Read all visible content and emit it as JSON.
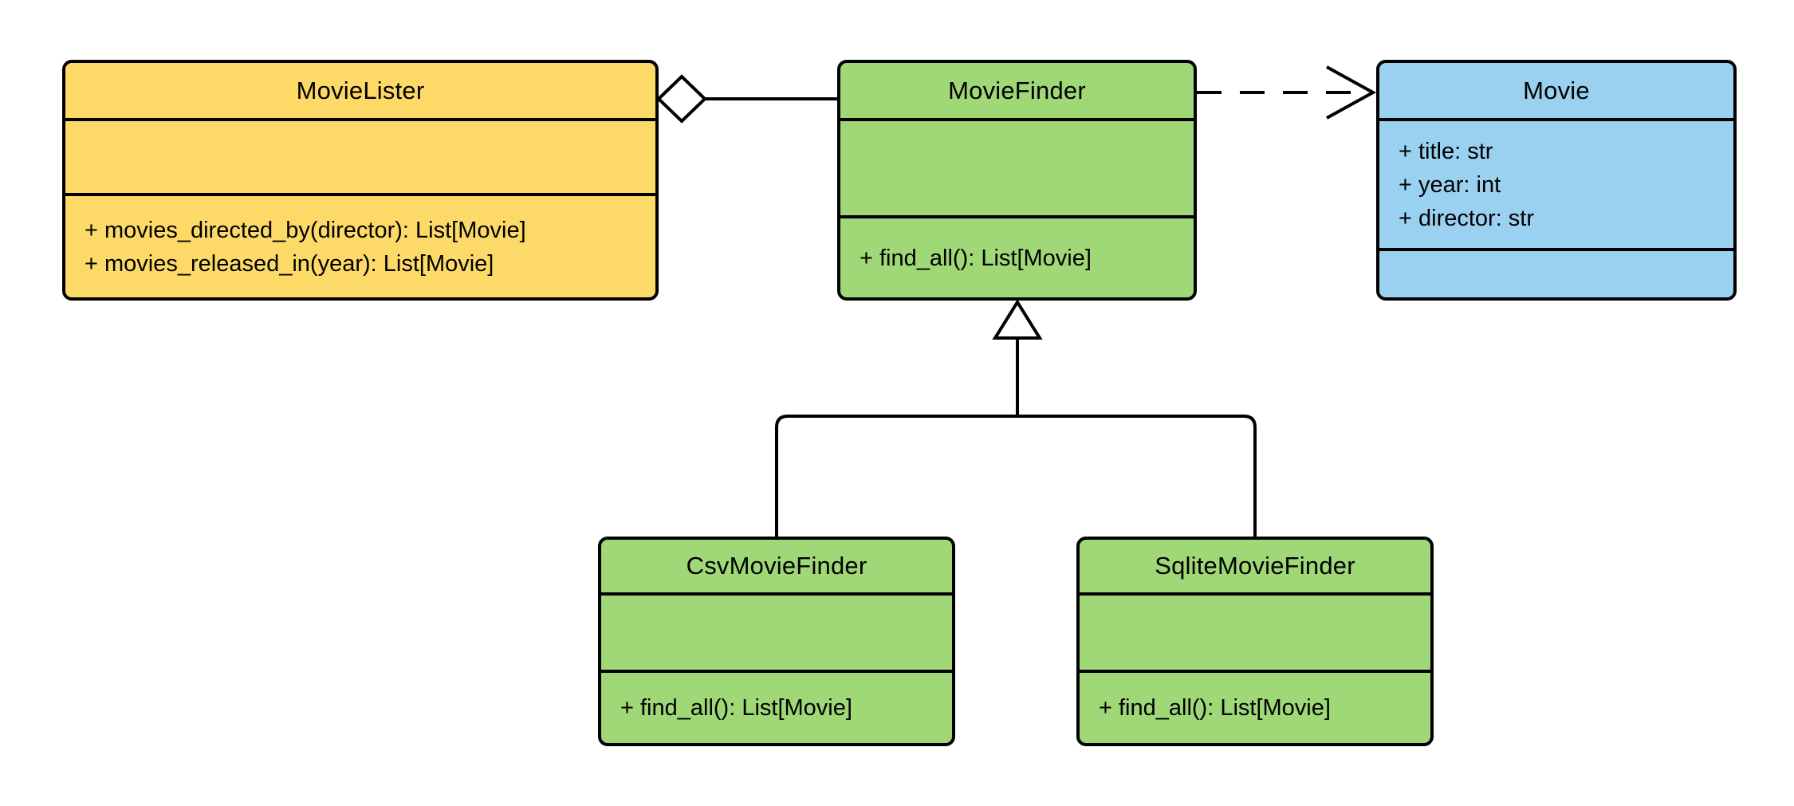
{
  "diagram": {
    "type": "uml-class-diagram",
    "classes": [
      {
        "name": "MovieLister",
        "color": "#FDDA68",
        "attributes": [],
        "methods": [
          "+ movies_directed_by(director): List[Movie]",
          "+ movies_released_in(year): List[Movie]"
        ]
      },
      {
        "name": "MovieFinder",
        "color": "#A0D878",
        "attributes": [],
        "methods": [
          "+ find_all(): List[Movie]"
        ]
      },
      {
        "name": "Movie",
        "color": "#9AD1F0",
        "attributes": [
          "+ title: str",
          "+ year: int",
          "+ director: str"
        ],
        "methods": []
      },
      {
        "name": "CsvMovieFinder",
        "color": "#A0D878",
        "attributes": [],
        "methods": [
          "+ find_all(): List[Movie]"
        ]
      },
      {
        "name": "SqliteMovieFinder",
        "color": "#A0D878",
        "attributes": [],
        "methods": [
          "+ find_all(): List[Movie]"
        ]
      }
    ],
    "relationships": [
      {
        "type": "aggregation",
        "from": "MovieLister",
        "to": "MovieFinder",
        "line": "solid",
        "marker": "hollow-diamond"
      },
      {
        "type": "dependency",
        "from": "MovieFinder",
        "to": "Movie",
        "line": "dashed",
        "marker": "open-arrow"
      },
      {
        "type": "generalization",
        "from": "CsvMovieFinder",
        "to": "MovieFinder",
        "line": "solid",
        "marker": "hollow-triangle"
      },
      {
        "type": "generalization",
        "from": "SqliteMovieFinder",
        "to": "MovieFinder",
        "line": "solid",
        "marker": "hollow-triangle"
      }
    ],
    "colors": {
      "yellow": "#FDDA68",
      "green": "#A0D878",
      "blue": "#9AD1F0",
      "stroke": "#000000",
      "background": "#FFFFFF"
    }
  }
}
